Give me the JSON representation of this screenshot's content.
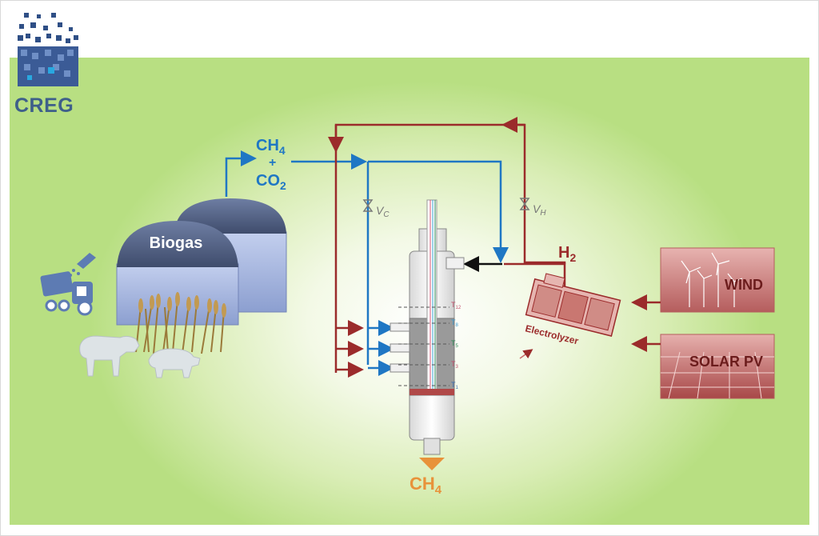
{
  "logo": {
    "text": "CREG"
  },
  "labels": {
    "biogas": "Biogas",
    "inlet_gas_ch4": "CH",
    "inlet_gas_ch4_sub": "4",
    "inlet_gas_plus": "+",
    "inlet_gas_co2": "CO",
    "inlet_gas_co2_sub": "2",
    "valve_c": "V",
    "valve_c_sub": "C",
    "valve_h": "V",
    "valve_h_sub": "H",
    "h2": "H",
    "h2_sub": "2",
    "electrolyzer": "Electrolyzer",
    "wind": "WIND",
    "solar": "SOLAR PV",
    "output_ch4": "CH",
    "output_ch4_sub": "4",
    "temp_top": "T",
    "temp_top_sub": "12",
    "temp_2": "T",
    "temp_2_sub": "8",
    "temp_3": "T",
    "temp_3_sub": "5",
    "temp_4": "T",
    "temp_4_sub": "3",
    "temp_5": "T",
    "temp_5_sub": "1"
  },
  "colors": {
    "co2_line": "#1f77c4",
    "h2_line": "#9b2b2b",
    "ch4_output": "#e8923a",
    "biogas_dome": "#4a5878",
    "wall": "#a9b8dd",
    "energy_panel": "#c86b6b"
  }
}
